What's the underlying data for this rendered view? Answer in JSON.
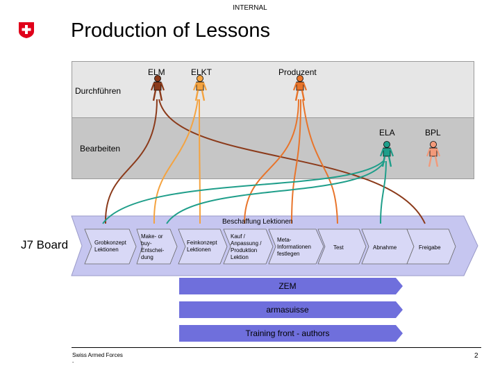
{
  "header": {
    "classification": "INTERNAL",
    "title": "Production of Lessons"
  },
  "roles": [
    "ELM",
    "ELKT",
    "Produzent",
    "ELA",
    "BPL"
  ],
  "bands": {
    "top": "Durchführen",
    "middle": "Bearbeiten"
  },
  "process": {
    "label": "Beschaffung Lektionen",
    "owner": "J7 Board",
    "steps": [
      "Grobkonzept\nLektionen",
      "Make- or\nbuy-\nEntschei-\ndung",
      "Feinkonzept\nLektionen",
      "Kauf /\nAnpassung /\nProduktion\nLektion",
      "Meta-\nInformationen\nfestlegen",
      "Test",
      "Abnahme",
      "Freigabe"
    ]
  },
  "bars": [
    "ZEM",
    "armasuisse",
    "Training front - authors"
  ],
  "footer": {
    "org": "Swiss Armed Forces",
    "mark": "-",
    "page": "2"
  },
  "colors": {
    "elm": "#8b3a1a",
    "elkt": "#f4a340",
    "produzent": "#e8742a",
    "ela": "#1f9e8a",
    "bpl": "#f29a7a",
    "process": "#c6c6f0",
    "bar": "#6f6fdc"
  }
}
